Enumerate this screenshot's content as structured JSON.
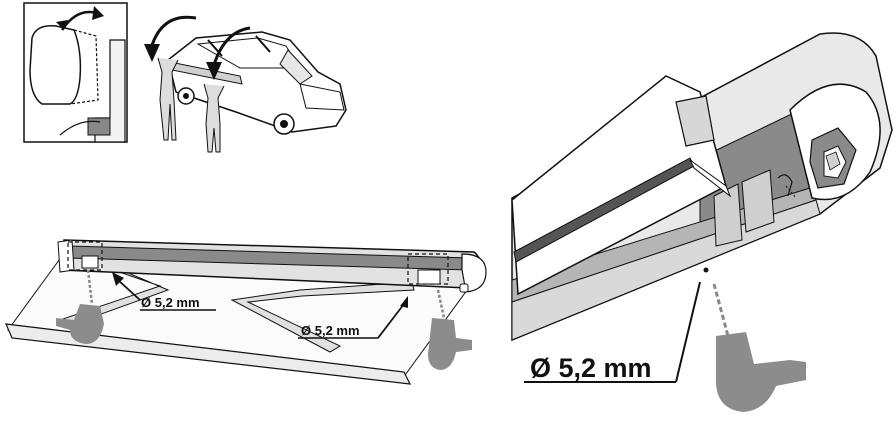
{
  "labels": {
    "drill_left": "Ø 5,2 mm",
    "drill_middle": "Ø 5,2 mm",
    "drill_right_large": "Ø 5,2 mm"
  },
  "colors": {
    "line": "#111111",
    "gray_fill": "#8a8a8a",
    "light_gray": "#d9d9d9",
    "mid_gray": "#b5b5b5",
    "drill": "#8c8c8c"
  },
  "icons": [
    "cover-flip-arrow-icon",
    "rotation-arrow-icon",
    "drill-icon",
    "van-icon",
    "person-icon"
  ]
}
